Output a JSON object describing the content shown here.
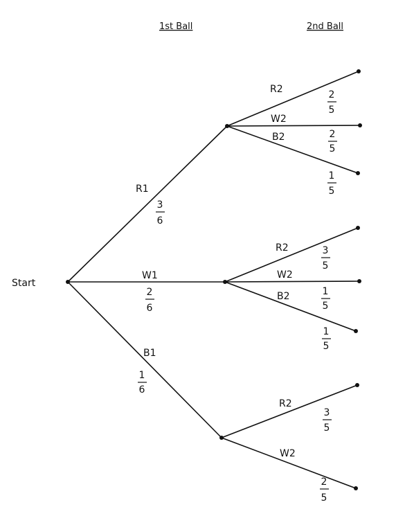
{
  "headers": {
    "first": "1st Ball",
    "second": "2nd Ball"
  },
  "start_label": "Start",
  "first_level": [
    {
      "label": "R1",
      "prob": {
        "num": "3",
        "den": "6"
      }
    },
    {
      "label": "W1",
      "prob": {
        "num": "2",
        "den": "6"
      }
    },
    {
      "label": "B1",
      "prob": {
        "num": "1",
        "den": "6"
      }
    }
  ],
  "second_level": [
    [
      {
        "label": "R2",
        "prob": {
          "num": "2",
          "den": "5"
        }
      },
      {
        "label": "W2",
        "prob": {
          "num": "2",
          "den": "5"
        }
      },
      {
        "label": "B2",
        "prob": {
          "num": "1",
          "den": "5"
        }
      }
    ],
    [
      {
        "label": "R2",
        "prob": {
          "num": "3",
          "den": "5"
        }
      },
      {
        "label": "W2",
        "prob": {
          "num": "1",
          "den": "5"
        }
      },
      {
        "label": "B2",
        "prob": {
          "num": "1",
          "den": "5"
        }
      }
    ],
    [
      {
        "label": "R2",
        "prob": {
          "num": "3",
          "den": "5"
        }
      },
      {
        "label": "W2",
        "prob": {
          "num": "2",
          "den": "5"
        }
      }
    ]
  ]
}
